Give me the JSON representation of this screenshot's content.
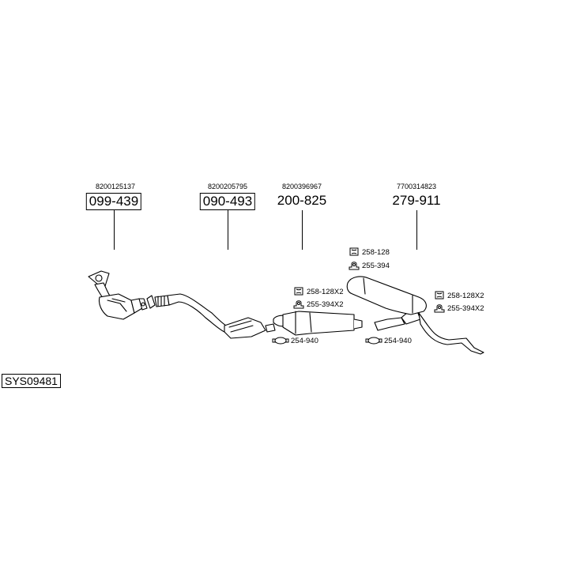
{
  "diagram_code": "SYS09481",
  "parts": [
    {
      "oem": "8200125137",
      "number": "099-439",
      "boxed": true
    },
    {
      "oem": "8200205795",
      "number": "090-493",
      "boxed": true
    },
    {
      "oem": "8200396967",
      "number": "200-825",
      "boxed": false
    },
    {
      "oem": "7700314823",
      "number": "279-911",
      "boxed": false
    }
  ],
  "hardware": [
    {
      "label": "258-128",
      "icon": "rubber-hanger-icon"
    },
    {
      "label": "255-394",
      "icon": "mounting-bracket-icon"
    },
    {
      "label": "258-128X2",
      "icon": "rubber-hanger-icon"
    },
    {
      "label": "255-394X2",
      "icon": "mounting-bracket-icon"
    },
    {
      "label": "258-128X2",
      "icon": "rubber-hanger-icon"
    },
    {
      "label": "255-394X2",
      "icon": "mounting-bracket-icon"
    },
    {
      "label": "254-940",
      "icon": "pipe-clamp-icon"
    },
    {
      "label": "254-940",
      "icon": "pipe-clamp-icon"
    }
  ]
}
